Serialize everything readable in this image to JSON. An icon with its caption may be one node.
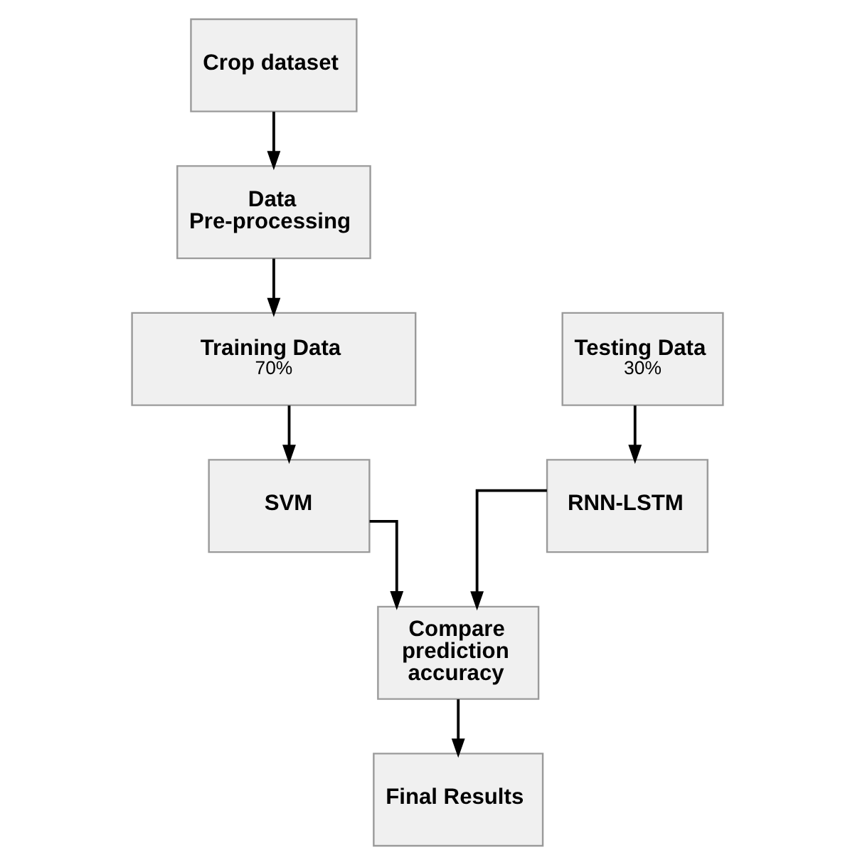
{
  "diagram": {
    "nodes": [
      {
        "text": [
          "Crop dataset"
        ]
      },
      {
        "text": [
          "Data Pre-processing"
        ]
      },
      {
        "text": [
          "Training Data",
          "70%"
        ]
      },
      {
        "text": [
          "Testing Data",
          "30%"
        ]
      },
      {
        "text": [
          "SVM"
        ]
      },
      {
        "text": [
          "RNN-LSTM"
        ]
      },
      {
        "text": [
          "Compare prediction accuracy"
        ]
      },
      {
        "text": [
          "Final Results"
        ]
      }
    ],
    "edges": [
      {
        "from": 0,
        "to": 1,
        "arrow": "to"
      },
      {
        "from": 1,
        "to": 2,
        "arrow": "to"
      },
      {
        "from": 2,
        "to": 4,
        "arrow": "to"
      },
      {
        "from": 3,
        "to": 5,
        "arrow": "to"
      },
      {
        "from": 4,
        "to": 6,
        "arrow": "to"
      },
      {
        "from": 5,
        "to": 6,
        "arrow": "to"
      },
      {
        "from": 6,
        "to": 7,
        "arrow": "to"
      }
    ]
  }
}
